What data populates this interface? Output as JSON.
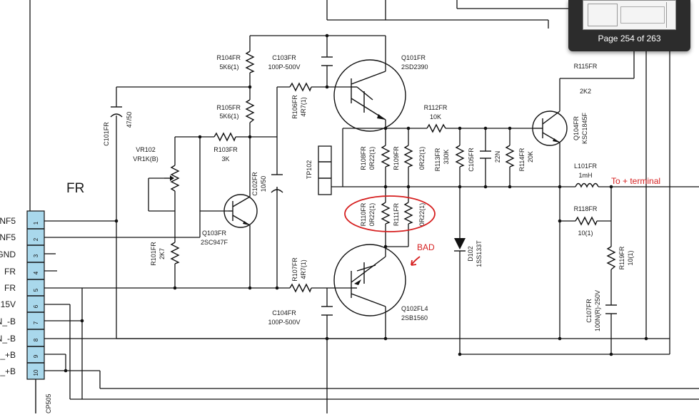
{
  "section_label": "FR",
  "viewer": {
    "page_indicator": "Page 254 of 263"
  },
  "connector": {
    "name": "CP505",
    "pins": [
      "1",
      "2",
      "3",
      "4",
      "5",
      "6",
      "7",
      "8",
      "9",
      "10"
    ],
    "signals": [
      "NF5",
      "NF5",
      "GND",
      "FR",
      "FR",
      "15V",
      "N_-B",
      "N_-B",
      "_+B",
      "_+B"
    ]
  },
  "components": {
    "c101": {
      "ref": "C101FR",
      "value": "47/50"
    },
    "vr102": {
      "ref": "VR102",
      "value": "VR1K(B)"
    },
    "r101": {
      "ref": "R101FR",
      "value": "2K7"
    },
    "r104": {
      "ref": "R104FR",
      "value": "5K6(1)"
    },
    "r105": {
      "ref": "R105FR",
      "value": "5K6(1)"
    },
    "r103": {
      "ref": "R103FR",
      "value": "3K"
    },
    "q103": {
      "ref": "Q103FR",
      "value": "2SC947F"
    },
    "c102": {
      "ref": "C102FR",
      "value": "10/50"
    },
    "c103": {
      "ref": "C103FR",
      "value": "100P-500V"
    },
    "r106": {
      "ref": "R106FR",
      "value": "4R7(1)"
    },
    "q101": {
      "ref": "Q101FR",
      "value": "2SD2390"
    },
    "tp102": {
      "ref": "TP102"
    },
    "r108": {
      "ref": "R108FR",
      "value": "0R22(1)"
    },
    "r109": {
      "ref": "R109FR",
      "value": "0R22(1)"
    },
    "r110": {
      "ref": "R110FR",
      "value": "0R22(1)"
    },
    "r111": {
      "ref": "R111FR",
      "value": "0R22(1)"
    },
    "r112": {
      "ref": "R112FR",
      "value": "10K"
    },
    "r113": {
      "ref": "R113FR",
      "value": "330K"
    },
    "c105": {
      "ref": "C105FR",
      "value": "22N"
    },
    "r114": {
      "ref": "R114FR",
      "value": "20K"
    },
    "q104": {
      "ref": "Q104FR",
      "value": "KSC1845F"
    },
    "r115": {
      "ref": "R115FR",
      "value": "2K2"
    },
    "l101": {
      "ref": "L101FR",
      "value": "1mH"
    },
    "r118": {
      "ref": "R118FR",
      "value": "10(1)"
    },
    "r119": {
      "ref": "R119FR",
      "value": "10(1)"
    },
    "c107": {
      "ref": "C107FR",
      "value": "100N(R)-250V"
    },
    "r107": {
      "ref": "R107FR",
      "value": "4R7(1)"
    },
    "c104": {
      "ref": "C104FR",
      "value": "100P-500V"
    },
    "q102": {
      "ref": "Q102FL4",
      "value": "2SB1560"
    },
    "d102": {
      "ref": "D102",
      "value": "1SS133T"
    }
  },
  "annotations": {
    "to_terminal": "To + terminal",
    "bad": "BAD",
    "color": "#d61f1f"
  }
}
